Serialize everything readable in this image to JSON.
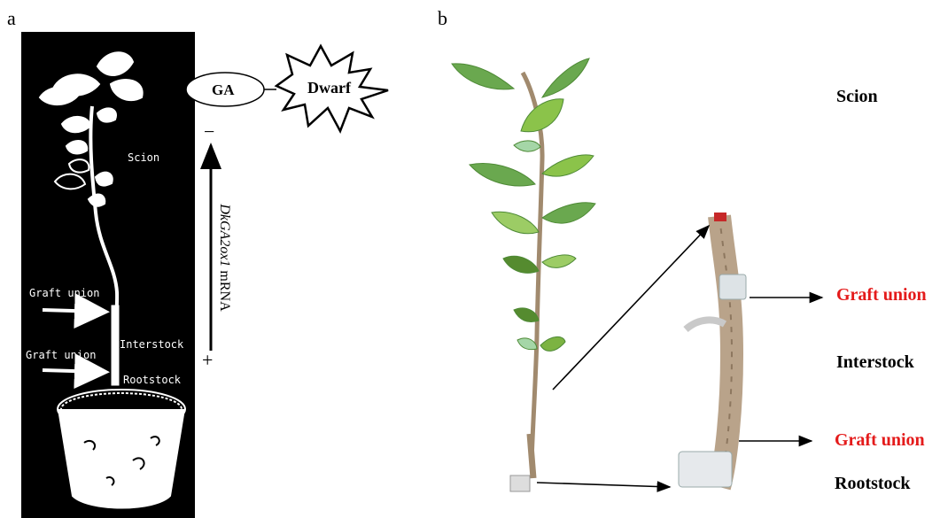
{
  "panels": {
    "a": {
      "letter": "a",
      "labels": {
        "scion": "Scion",
        "graft_union_1": "Graft union",
        "interstock": "Interstock",
        "graft_union_2": "Graft union",
        "rootstock": "Rootstock"
      },
      "pathway": {
        "ga": "GA",
        "dwarf": "Dwarf",
        "minus": "−",
        "plus": "+",
        "mrna_gene": "DkGA2ox1",
        "mrna_suffix": " mRNA"
      }
    },
    "b": {
      "letter": "b",
      "labels": {
        "scion": "Scion",
        "graft_union_1": "Graft union",
        "interstock": "Interstock",
        "graft_union_2": "Graft union",
        "rootstock": "Rootstock"
      }
    }
  },
  "colors": {
    "graft_union_label": "#e41b1b",
    "leaf": "#6aa84f",
    "stem": "#b9a38a"
  }
}
